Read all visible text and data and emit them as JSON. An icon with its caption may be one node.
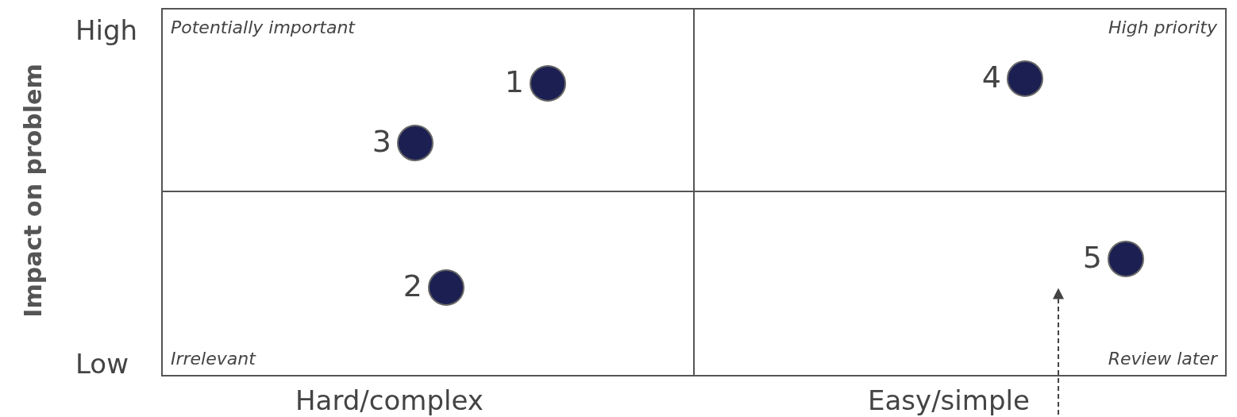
{
  "diagram": {
    "nodes": [
      {
        "text": [
          "Potentially important"
        ]
      },
      {
        "text": [
          "High priority"
        ]
      },
      {
        "text": [
          "Irrelevant"
        ]
      },
      {
        "text": [
          "Review later"
        ]
      },
      {
        "text": [],
        "shape": "circle",
        "in": 0,
        "beside": [
          "1"
        ]
      },
      {
        "text": [],
        "shape": "circle",
        "in": 0,
        "beside": [
          "3"
        ]
      },
      {
        "text": [],
        "shape": "circle",
        "in": 1,
        "beside": [
          "4"
        ]
      },
      {
        "text": [],
        "shape": "circle",
        "in": 2,
        "beside": [
          "2"
        ]
      },
      {
        "text": [],
        "shape": "circle",
        "in": 3,
        "beside": [
          "5"
        ]
      }
    ],
    "labels": [
      "Impact on problem",
      "High",
      "Low",
      "Hard/complex",
      "Easy/simple"
    ]
  }
}
